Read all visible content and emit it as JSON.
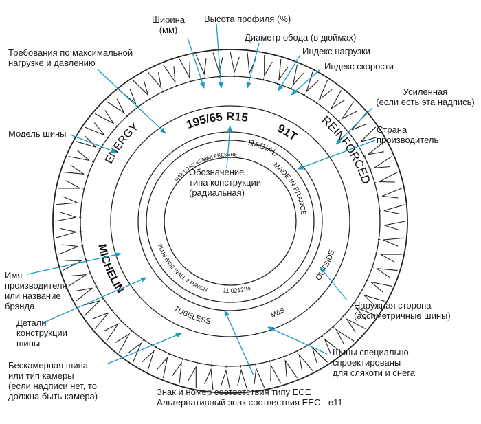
{
  "tire": {
    "size_code": "195/65 R15",
    "load_speed": "91T",
    "radial": "RADIAL",
    "reinforced": "REINFORCED",
    "made_in": "MADE IN FRANCE",
    "max_load": "MAX LOAD 467kg",
    "max_pressure": "MAX PRESSRE",
    "energy": "ENERGY",
    "brand": "MICHELIN",
    "ply": "PLUS BIDE WALL 2 RAYON",
    "ece_code": "11 021234",
    "tubeless": "TUBELESS",
    "ms": "M&S",
    "outside": "OUTSIDE"
  },
  "labels": {
    "width": "Ширина\n(мм)",
    "profile_height": "Высота профиля (%)",
    "rim_diameter": "Диаметр обода (в дюймах)",
    "load_index": "Индекс нагрузки",
    "speed_index": "Индекс скорости",
    "reinforced": "Усиленная\n(если есть эта надпись)",
    "country": "Страна\nпроизводитель",
    "max_load_pressure": "Требования по максимальной\nнагрузке и давлению",
    "model": "Модель шины",
    "construction": "Обозначение\nтипа конструкции\n(радиальная)",
    "manufacturer": "Имя\nпроизводителя\nили название\nбрэнда",
    "construction_details": "Детали\nконструкции\nшины",
    "tubeless": "Бескамерная шина\nили тип камеры\n(если надписи нет, то\nдолжна быть камера)",
    "outside": "Наружная сторона\n(ассиметричные шины)",
    "mud_snow": "Шины специально\nспроектированы\nдля слякоти и снега",
    "ece": "Знак и номер соответствия типу ЕСЕ\nАльтернативный знак соотвествия ЕЕС - е11"
  }
}
